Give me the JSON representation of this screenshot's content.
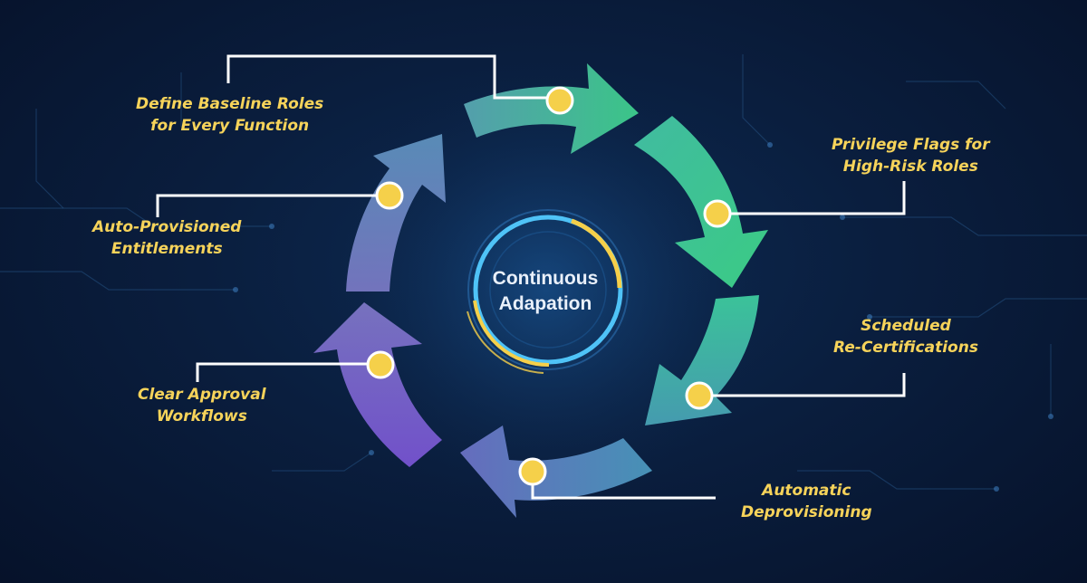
{
  "diagram": {
    "center_label": {
      "line1": "Continuous",
      "line2": "Adapation"
    },
    "steps": [
      {
        "line1": "Define Baseline Roles",
        "line2": "for Every Function"
      },
      {
        "line1": "Privilege Flags for",
        "line2": "High-Risk Roles"
      },
      {
        "line1": "Scheduled",
        "line2": "Re-Certifications"
      },
      {
        "line1": "Automatic",
        "line2": "Deprovisioning"
      },
      {
        "line1": "Clear Approval",
        "line2": "Workflows"
      },
      {
        "line1": "Auto-Provisioned",
        "line2": "Entitlements"
      }
    ],
    "colors": {
      "background": "#0a1e3e",
      "label_text": "#f6d35a",
      "marker": "#f5d04a",
      "center_ring_outer": "#4fc3f7",
      "center_ring_accent": "#f5d04a",
      "arrow_green": "#3fcf8e",
      "arrow_teal": "#45b8b0",
      "arrow_purple": "#7a5fd0"
    }
  }
}
